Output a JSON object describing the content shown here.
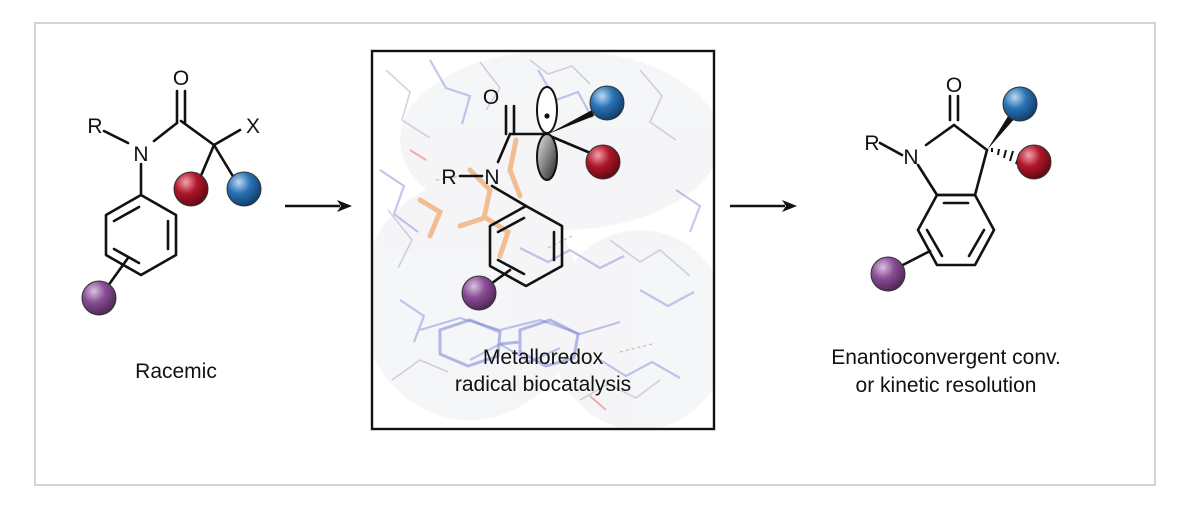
{
  "reactant": {
    "atoms": {
      "oxygen": "O",
      "nitrogen": "N",
      "r_group": "R",
      "leaving_group": "X"
    },
    "caption": "Racemic"
  },
  "catalysis": {
    "atoms": {
      "oxygen": "O",
      "nitrogen": "N",
      "r_group": "R"
    },
    "caption_line1": "Metalloredox",
    "caption_line2": "radical biocatalysis"
  },
  "product": {
    "atoms": {
      "oxygen": "O",
      "nitrogen": "N",
      "r_group": "R"
    },
    "caption_line1": "Enantioconvergent conv.",
    "caption_line2": "or kinetic resolution"
  },
  "colors": {
    "substituent_red": "#b0162b",
    "substituent_blue": "#2a72b5",
    "substituent_purple": "#8a4d96",
    "protein_blue": "#7b84d6",
    "protein_orange": "#f0a86a",
    "frame_border": "#d4d4d4"
  },
  "icons": [
    "red-sphere-substituent",
    "blue-sphere-substituent",
    "purple-sphere-substituent",
    "p-orbital-icon"
  ]
}
